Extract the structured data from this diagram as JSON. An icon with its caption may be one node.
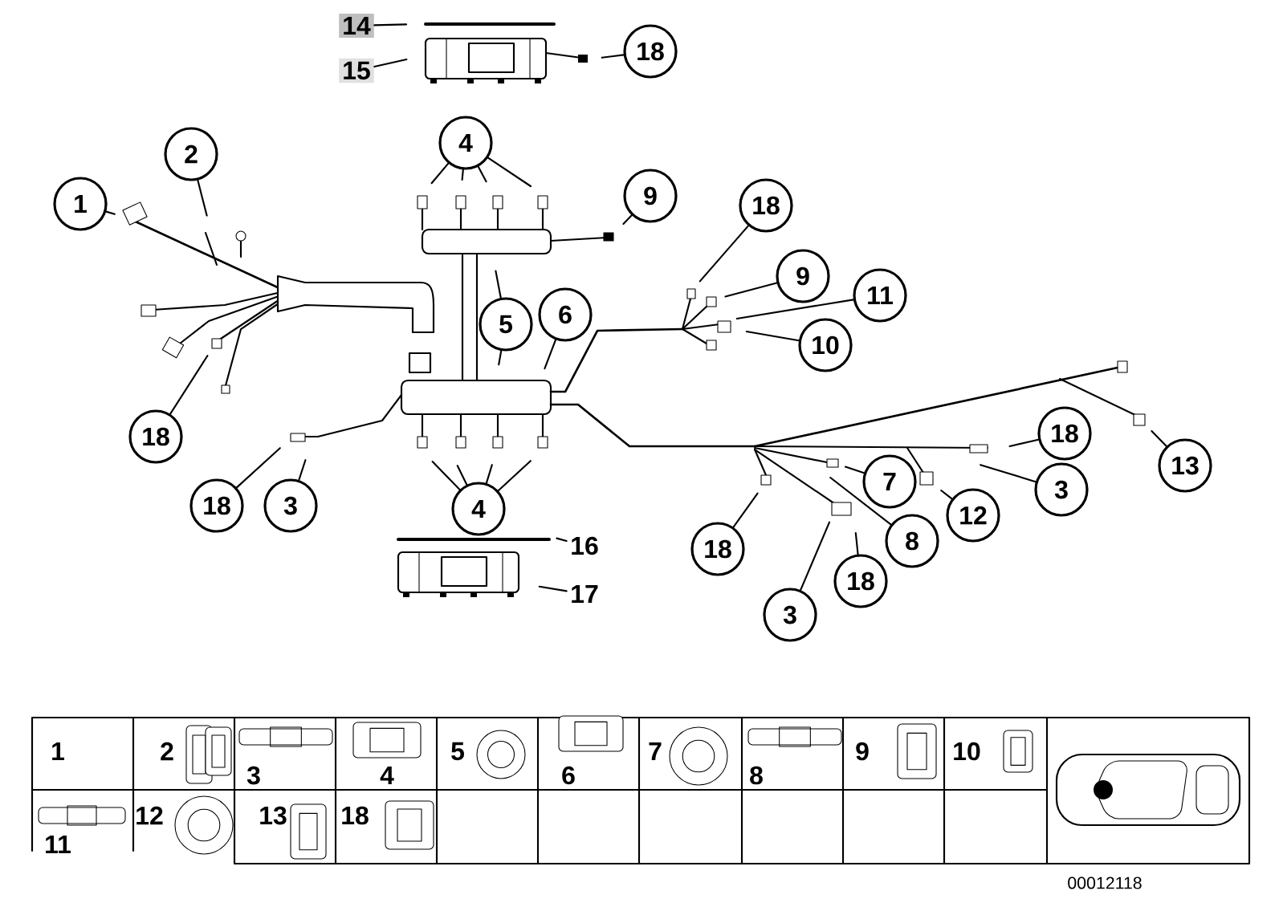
{
  "diagram": {
    "nodes": [
      {
        "text": [
          "14"
        ]
      },
      {
        "text": [
          "15"
        ]
      },
      {
        "text": [
          "18"
        ]
      },
      {
        "text": [
          "1"
        ]
      },
      {
        "text": [
          "2"
        ]
      },
      {
        "text": [
          "4"
        ]
      },
      {
        "text": [
          "9"
        ]
      },
      {
        "text": [
          "18"
        ]
      },
      {
        "text": [
          "9"
        ]
      },
      {
        "text": [
          "11"
        ]
      },
      {
        "text": [
          "10"
        ]
      },
      {
        "text": [
          "5"
        ]
      },
      {
        "text": [
          "6"
        ]
      },
      {
        "text": [
          "18"
        ]
      },
      {
        "text": [
          "18"
        ]
      },
      {
        "text": [
          "3"
        ]
      },
      {
        "text": [
          "4"
        ]
      },
      {
        "text": [
          "18"
        ]
      },
      {
        "text": [
          "3"
        ]
      },
      {
        "text": [
          "13"
        ]
      },
      {
        "text": [
          "7"
        ]
      },
      {
        "text": [
          "12"
        ]
      },
      {
        "text": [
          "8"
        ]
      },
      {
        "text": [
          "18"
        ]
      },
      {
        "text": [
          "18"
        ]
      },
      {
        "text": [
          "3"
        ]
      },
      {
        "text": [
          "16"
        ]
      },
      {
        "text": [
          "17"
        ]
      }
    ],
    "edges": [
      {
        "from": 0,
        "to": null,
        "arrow": "none"
      },
      {
        "from": 1,
        "to": null,
        "arrow": "none"
      },
      {
        "from": 2,
        "to": null,
        "arrow": "none"
      },
      {
        "from": 3,
        "to": null,
        "arrow": "none"
      },
      {
        "from": 4,
        "to": null,
        "arrow": "none"
      },
      {
        "from": 5,
        "to": null,
        "arrow": "none"
      },
      {
        "from": 5,
        "to": null,
        "arrow": "none"
      },
      {
        "from": 5,
        "to": null,
        "arrow": "none"
      },
      {
        "from": 5,
        "to": null,
        "arrow": "none"
      },
      {
        "from": 6,
        "to": null,
        "arrow": "none"
      },
      {
        "from": 7,
        "to": null,
        "arrow": "none"
      },
      {
        "from": 8,
        "to": null,
        "arrow": "none"
      },
      {
        "from": 9,
        "to": null,
        "arrow": "none"
      },
      {
        "from": 10,
        "to": null,
        "arrow": "none"
      },
      {
        "from": 11,
        "to": null,
        "arrow": "none"
      },
      {
        "from": 11,
        "to": null,
        "arrow": "none"
      },
      {
        "from": 12,
        "to": null,
        "arrow": "none"
      },
      {
        "from": 13,
        "to": null,
        "arrow": "none"
      },
      {
        "from": 14,
        "to": null,
        "arrow": "none"
      },
      {
        "from": 15,
        "to": null,
        "arrow": "none"
      },
      {
        "from": 16,
        "to": null,
        "arrow": "none"
      },
      {
        "from": 16,
        "to": null,
        "arrow": "none"
      },
      {
        "from": 16,
        "to": null,
        "arrow": "none"
      },
      {
        "from": 16,
        "to": null,
        "arrow": "none"
      },
      {
        "from": 17,
        "to": null,
        "arrow": "none"
      },
      {
        "from": 18,
        "to": null,
        "arrow": "none"
      },
      {
        "from": 19,
        "to": null,
        "arrow": "none"
      },
      {
        "from": 20,
        "to": null,
        "arrow": "none"
      },
      {
        "from": 21,
        "to": null,
        "arrow": "none"
      },
      {
        "from": 22,
        "to": null,
        "arrow": "none"
      },
      {
        "from": 23,
        "to": null,
        "arrow": "none"
      },
      {
        "from": 24,
        "to": null,
        "arrow": "none"
      },
      {
        "from": 25,
        "to": null,
        "arrow": "none"
      },
      {
        "from": 26,
        "to": null,
        "arrow": "none"
      },
      {
        "from": 27,
        "to": null,
        "arrow": "none"
      }
    ],
    "labels": [
      "1",
      "2",
      "3",
      "4",
      "5",
      "6",
      "7",
      "8",
      "9",
      "10",
      "11",
      "12",
      "13",
      "18",
      "00012118"
    ]
  }
}
